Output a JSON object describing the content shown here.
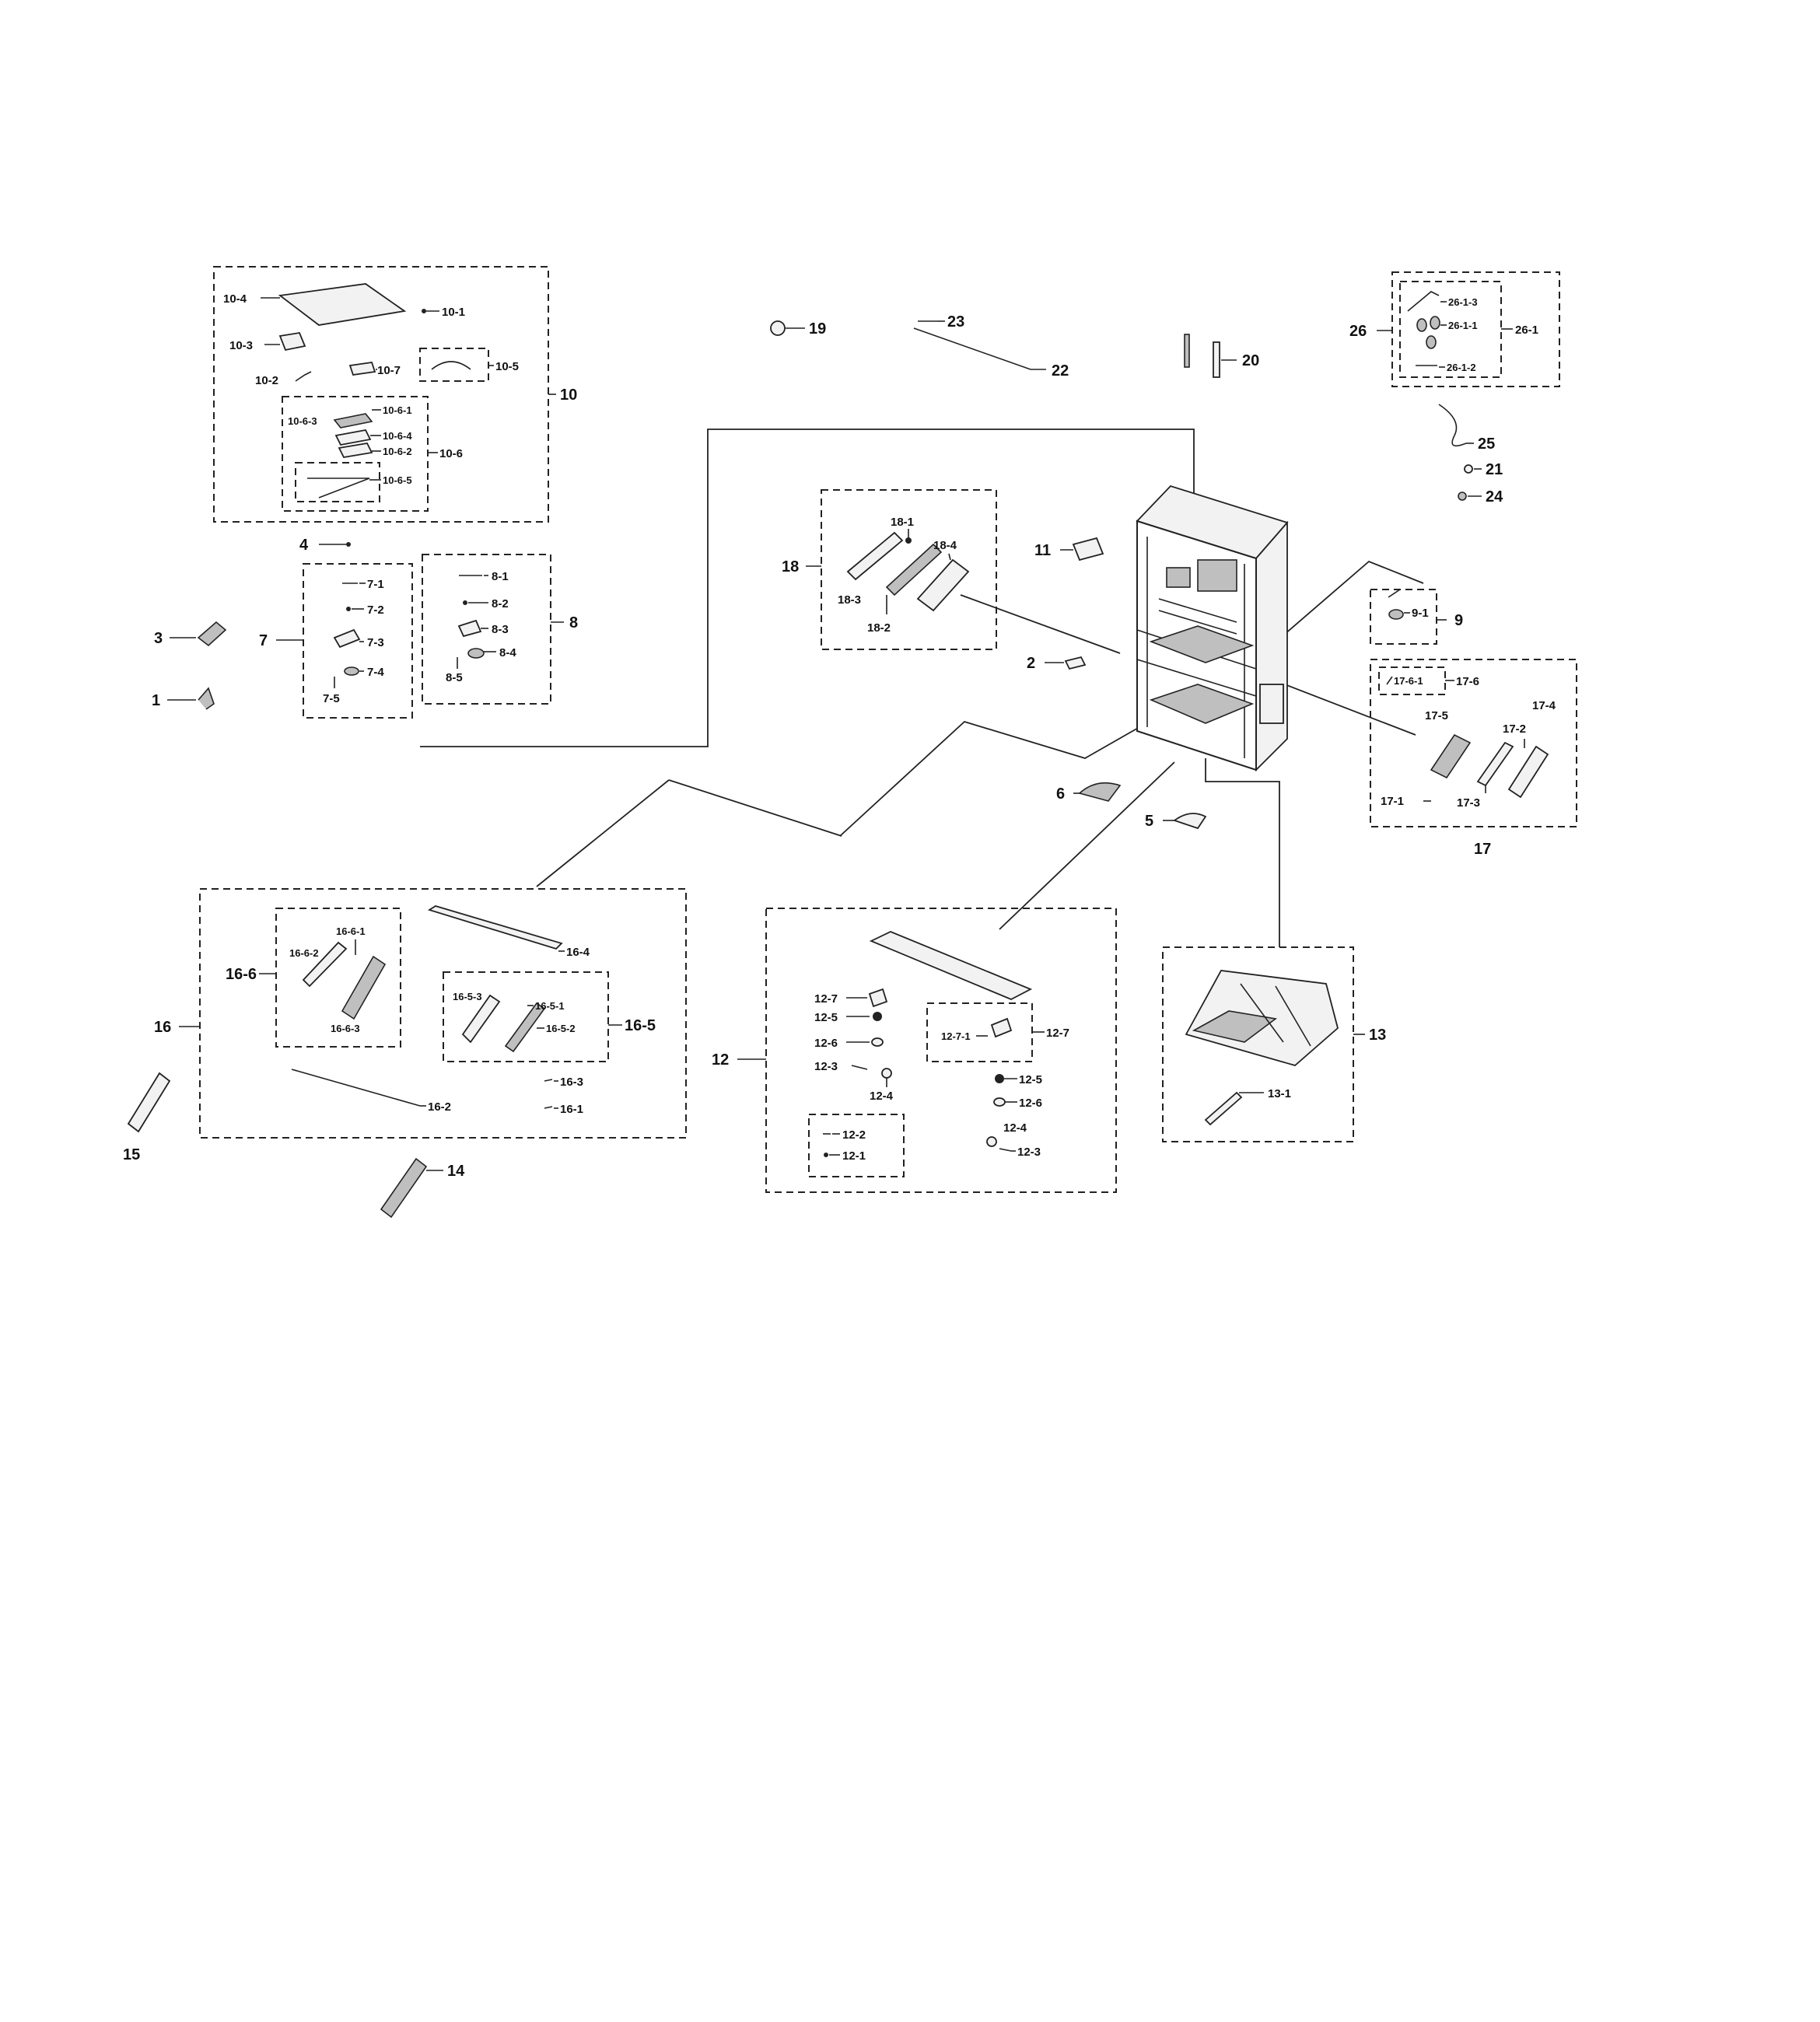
{
  "labels": {
    "p1": "1",
    "p2": "2",
    "p3": "3",
    "p4": "4",
    "p5": "5",
    "p6": "6",
    "p7": "7",
    "p7_1": "7-1",
    "p7_2": "7-2",
    "p7_3": "7-3",
    "p7_4": "7-4",
    "p7_5": "7-5",
    "p8": "8",
    "p8_1": "8-1",
    "p8_2": "8-2",
    "p8_3": "8-3",
    "p8_4": "8-4",
    "p8_5": "8-5",
    "p9": "9",
    "p9_1": "9-1",
    "p10": "10",
    "p10_1": "10-1",
    "p10_2": "10-2",
    "p10_3": "10-3",
    "p10_4": "10-4",
    "p10_5": "10-5",
    "p10_6": "10-6",
    "p10_6_1": "10-6-1",
    "p10_6_2": "10-6-2",
    "p10_6_3": "10-6-3",
    "p10_6_4": "10-6-4",
    "p10_6_5": "10-6-5",
    "p10_7": "10-7",
    "p11": "11",
    "p12": "12",
    "p12_1": "12-1",
    "p12_2": "12-2",
    "p12_3": "12-3",
    "p12_4": "12-4",
    "p12_5": "12-5",
    "p12_6": "12-6",
    "p12_7": "12-7",
    "p12_7_1": "12-7-1",
    "p13": "13",
    "p13_1": "13-1",
    "p14": "14",
    "p15": "15",
    "p16": "16",
    "p16_1": "16-1",
    "p16_2": "16-2",
    "p16_3": "16-3",
    "p16_4": "16-4",
    "p16_5": "16-5",
    "p16_5_1": "16-5-1",
    "p16_5_2": "16-5-2",
    "p16_5_3": "16-5-3",
    "p16_6": "16-6",
    "p16_6_1": "16-6-1",
    "p16_6_2": "16-6-2",
    "p16_6_3": "16-6-3",
    "p17": "17",
    "p17_1": "17-1",
    "p17_2": "17-2",
    "p17_3": "17-3",
    "p17_4": "17-4",
    "p17_5": "17-5",
    "p17_6": "17-6",
    "p17_6_1": "17-6-1",
    "p18": "18",
    "p18_1": "18-1",
    "p18_2": "18-2",
    "p18_3": "18-3",
    "p18_4": "18-4",
    "p19": "19",
    "p20": "20",
    "p21": "21",
    "p22": "22",
    "p23": "23",
    "p24": "24",
    "p25": "25",
    "p26": "26",
    "p26_1": "26-1",
    "p26_1_1": "26-1-1",
    "p26_1_2": "26-1-2",
    "p26_1_3": "26-1-3"
  }
}
